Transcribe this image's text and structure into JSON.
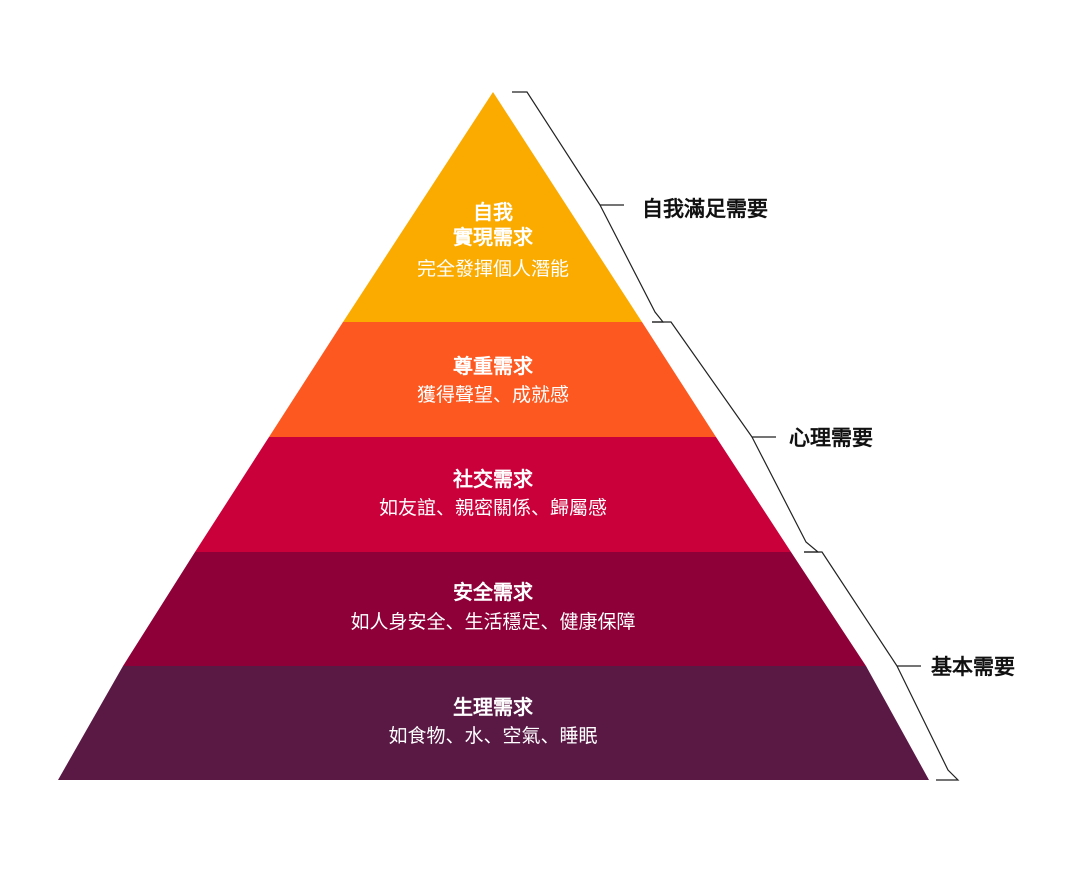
{
  "tiers": [
    {
      "title_lines": [
        "自我",
        "實現需求"
      ],
      "desc": "完全發揮個人潛能",
      "color": "#FBAB00"
    },
    {
      "title_lines": [
        "尊重需求"
      ],
      "desc": "獲得聲望、成就感",
      "color": "#FD5820"
    },
    {
      "title_lines": [
        "社交需求"
      ],
      "desc": "如友誼、親密關係、歸屬感",
      "color": "#CA003A"
    },
    {
      "title_lines": [
        "安全需求"
      ],
      "desc": "如人身安全、生活穩定、健康保障",
      "color": "#8D0038"
    },
    {
      "title_lines": [
        "生理需求"
      ],
      "desc": "如食物、水、空氣、睡眠",
      "color": "#5A1845"
    }
  ],
  "groups": [
    {
      "label": "自我滿足需要"
    },
    {
      "label": "心理需要"
    },
    {
      "label": "基本需要"
    }
  ]
}
